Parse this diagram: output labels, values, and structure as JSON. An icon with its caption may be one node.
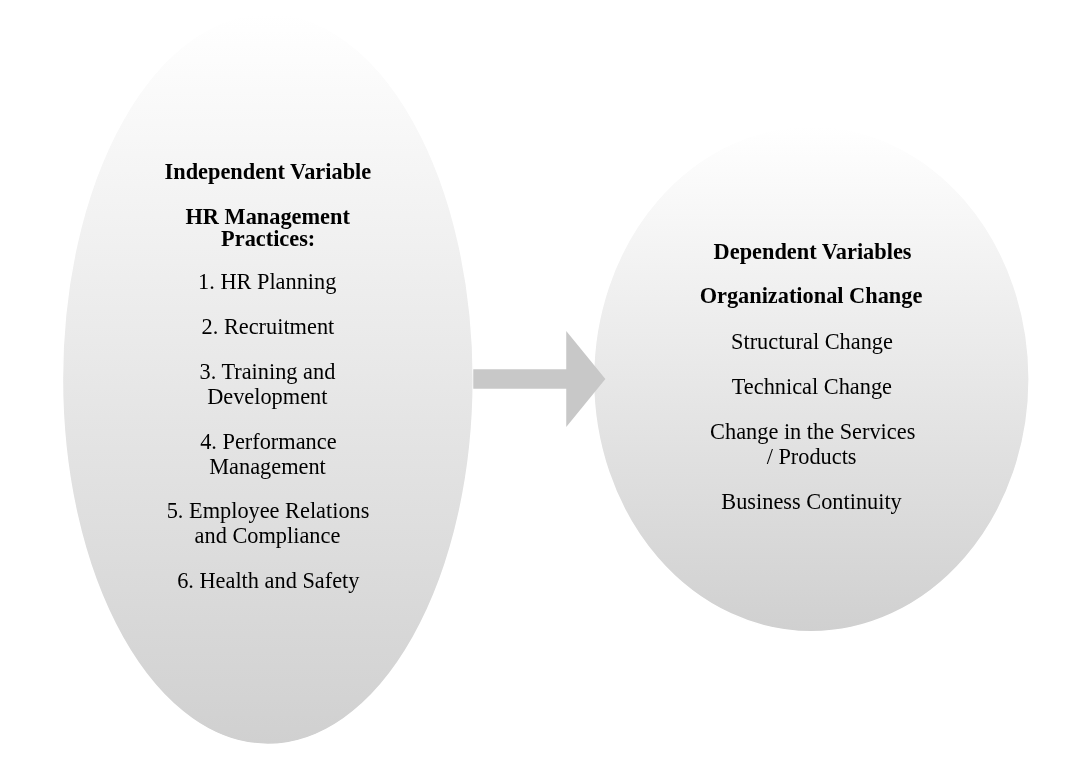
{
  "diagram": {
    "nodes": [
      {
        "text": [
          "Independent Variable",
          "HR Management Practices:",
          "1. HR Planning",
          "2. Recruitment",
          "3. Training and Development",
          "4. Performance Management",
          "5. Employee Relations and Compliance",
          "6. Health and Safety"
        ]
      },
      {
        "text": [
          "Dependent Variables",
          "Organizational Change",
          "Structural Change",
          "Technical Change",
          "Change in the Services / Products",
          "Business Continuity"
        ]
      }
    ],
    "edges": [
      {
        "from": 0,
        "to": 1,
        "arrow": "to"
      }
    ]
  }
}
